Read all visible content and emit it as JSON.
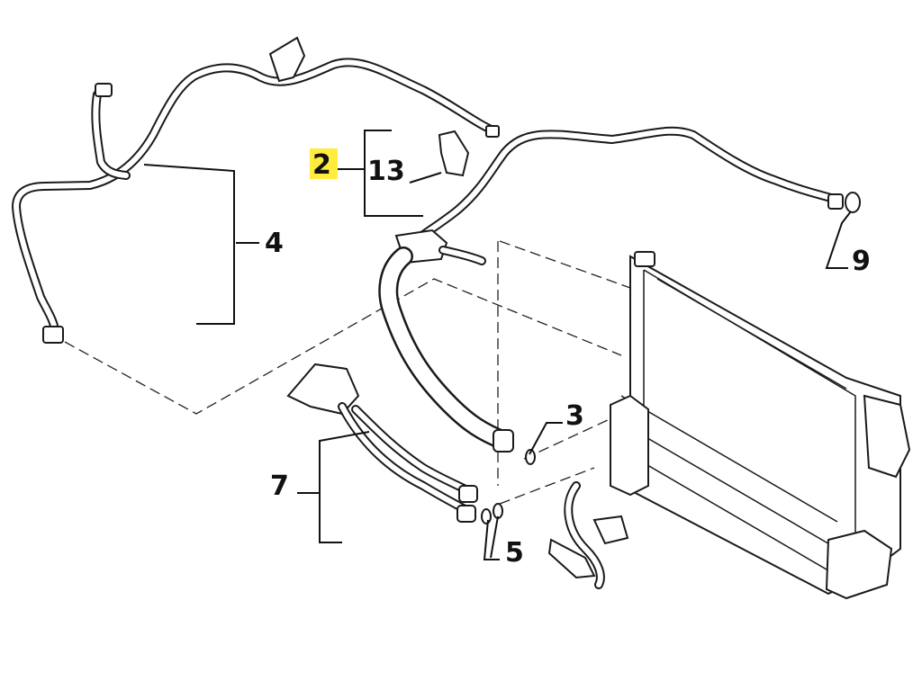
{
  "colors": {
    "highlight": "#ffec3d",
    "ink": "#111111",
    "background": "#ffffff"
  },
  "callouts": {
    "c2": "2",
    "c13": "13",
    "c4": "4",
    "c9": "9",
    "c3": "3",
    "c7": "7",
    "c5": "5"
  }
}
